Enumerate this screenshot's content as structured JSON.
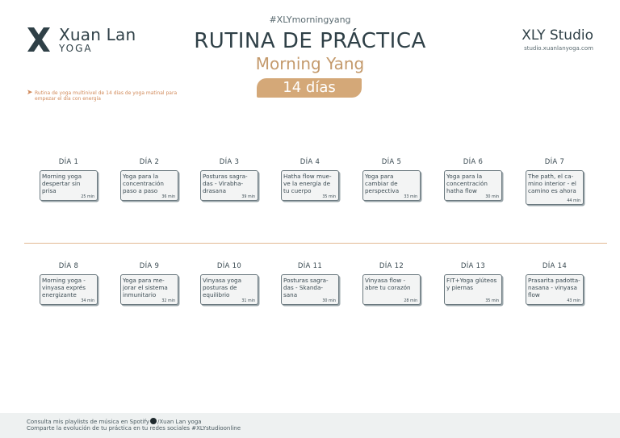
{
  "logo": {
    "name": "Xuan Lan",
    "sub": "YOGA"
  },
  "header": {
    "hashtag": "#XLYmorningyang",
    "title": "RUTINA DE PRÁCTICA",
    "subtitle": "Morning Yang",
    "days": "14 días"
  },
  "studio": {
    "name": "XLY Studio",
    "url": "studio.xuanlanyoga.com"
  },
  "description": "Rutina de yoga multinivel de 14 días de yoga matinal para empezar el día con energía",
  "days": [
    {
      "label": "DÍA 1",
      "text": "Morning yoga despertar sin prisa",
      "min": "25 min"
    },
    {
      "label": "DÍA 2",
      "text": "Yoga para la concentración paso a paso",
      "min": "36 min"
    },
    {
      "label": "DÍA 3",
      "text": "Posturas sagra-das - Virabha-drasana",
      "min": "39 min"
    },
    {
      "label": "DÍA 4",
      "text": "Hatha flow mue-ve la energía de tu cuerpo",
      "min": "35 min"
    },
    {
      "label": "DÍA 5",
      "text": "Yoga para cambiar de perspectiva",
      "min": "33 min"
    },
    {
      "label": "DÍA 6",
      "text": "Yoga para la concentración hatha flow",
      "min": "30 min"
    },
    {
      "label": "DÍA 7",
      "text": "The path, el ca-mino interior - el camino es ahora",
      "min": "44 min"
    },
    {
      "label": "DÍA 8",
      "text": "Morning yoga - vinyasa exprés energizante",
      "min": "34 min"
    },
    {
      "label": "DÍA 9",
      "text": "Yoga para me-jorar el sistema inmunitario",
      "min": "32 min"
    },
    {
      "label": "DÍA 10",
      "text": "Vinyasa yoga posturas de equilibrio",
      "min": "31 min"
    },
    {
      "label": "DÍA 11",
      "text": "Posturas sagra-das - Skanda-sana",
      "min": "30 min"
    },
    {
      "label": "DÍA 12",
      "text": "Vinyasa flow - abre tu corazón",
      "min": "28 min"
    },
    {
      "label": "DÍA 13",
      "text": "FIT+Yoga glúteos y piernas",
      "min": "35 min"
    },
    {
      "label": "DÍA 14",
      "text": "Prasarita padotta-nasana - vinyasa flow",
      "min": "43 min"
    }
  ],
  "footer": {
    "line1_a": "Consulta mis playlists de música en Spotify",
    "line1_b": "/Xuan Lan yoga",
    "line2": "Comparte la evolución de tu práctica en tu redes sociales #XLYstudioonline"
  },
  "colors": {
    "accent": "#d4a878",
    "text": "#2f4047",
    "secondary": "#c49a6c"
  },
  "icons": {
    "logo": "xly-logo-icon",
    "arrow": "arrow-right-icon",
    "spotify": "spotify-icon"
  }
}
